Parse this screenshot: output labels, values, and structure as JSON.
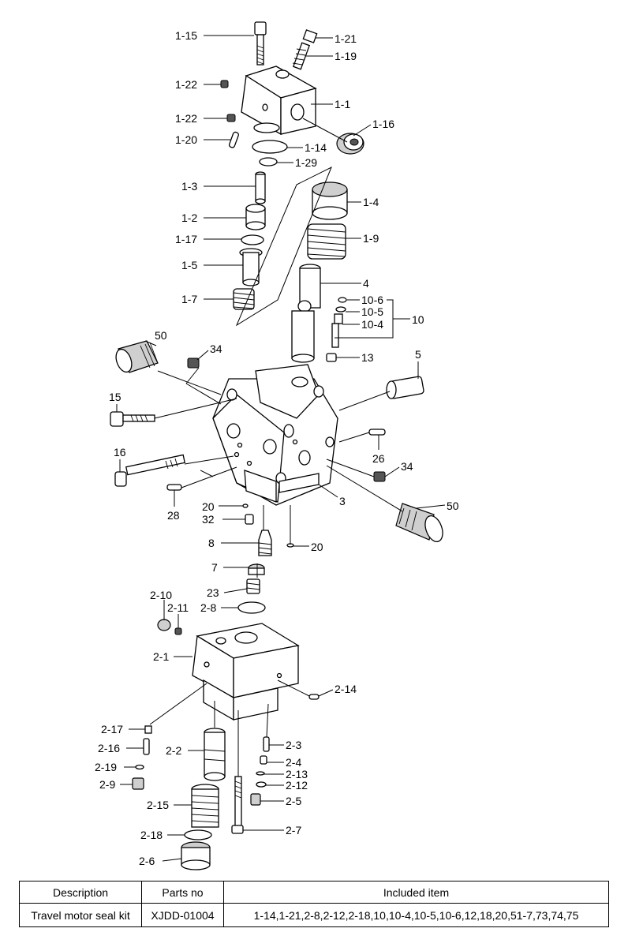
{
  "labels": {
    "l1_15": "1-15",
    "l1_21": "1-21",
    "l1_19": "1-19",
    "l1_22a": "1-22",
    "l1_1": "1-1",
    "l1_22b": "1-22",
    "l1_16": "1-16",
    "l1_20": "1-20",
    "l1_14": "1-14",
    "l1_29": "1-29",
    "l1_3": "1-3",
    "l1_4": "1-4",
    "l1_2": "1-2",
    "l1_17": "1-17",
    "l1_9": "1-9",
    "l1_5": "1-5",
    "l4": "4",
    "l1_7": "1-7",
    "l10_6": "10-6",
    "l10_5": "10-5",
    "l10_4": "10-4",
    "l10": "10",
    "l50a": "50",
    "l34a": "34",
    "l13": "13",
    "l5": "5",
    "l15": "15",
    "l16": "16",
    "l26": "26",
    "l34b": "34",
    "l28": "28",
    "l20a": "20",
    "l3": "3",
    "l50b": "50",
    "l32": "32",
    "l8": "8",
    "l20b": "20",
    "l7": "7",
    "l23": "23",
    "l2_10": "2-10",
    "l2_11": "2-11",
    "l2_8": "2-8",
    "l2_1": "2-1",
    "l2_14": "2-14",
    "l2_17": "2-17",
    "l2_16": "2-16",
    "l2_3": "2-3",
    "l2_2": "2-2",
    "l2_4": "2-4",
    "l2_19": "2-19",
    "l2_13": "2-13",
    "l2_9": "2-9",
    "l2_12": "2-12",
    "l2_5": "2-5",
    "l2_15": "2-15",
    "l2_18": "2-18",
    "l2_7": "2-7",
    "l2_6": "2-6"
  },
  "table": {
    "headers": [
      "Description",
      "Parts no",
      "Included item"
    ],
    "rows": [
      [
        "Travel motor seal kit",
        "XJDD-01004",
        "1-14,1-21,2-8,2-12,2-18,10,10-4,10-5,10-6,12,18,20,51-7,73,74,75"
      ]
    ]
  }
}
